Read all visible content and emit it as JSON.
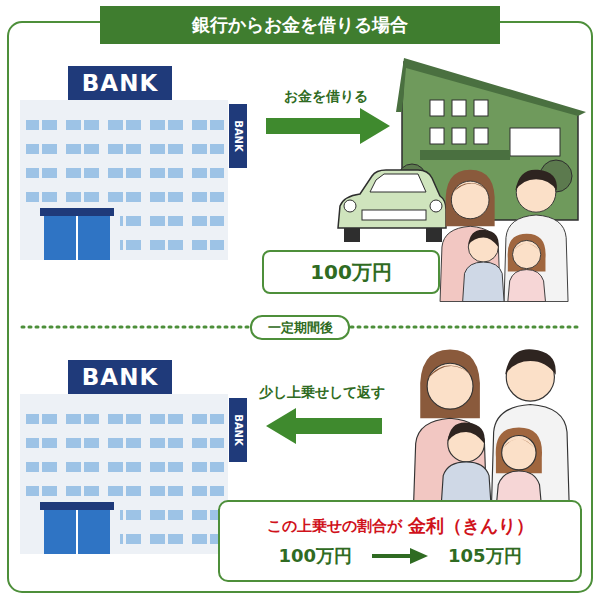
{
  "diagram": {
    "title": "銀行からお金を借りる場合",
    "nodes": [
      {
        "text": [
          "BANK"
        ]
      },
      {
        "text": [
          "BANK"
        ]
      },
      {
        "text": [
          "100万円"
        ]
      },
      {
        "text": [
          "一定期間後"
        ]
      },
      {
        "text": [
          "BANK"
        ]
      },
      {
        "text": [
          "BANK"
        ]
      },
      {
        "text": [
          "この上乗せの割合が",
          "金利（きんり）",
          "100万円",
          "105万円"
        ]
      }
    ],
    "labels": [
      "お金を借りる",
      "少し上乗せして返す"
    ]
  }
}
